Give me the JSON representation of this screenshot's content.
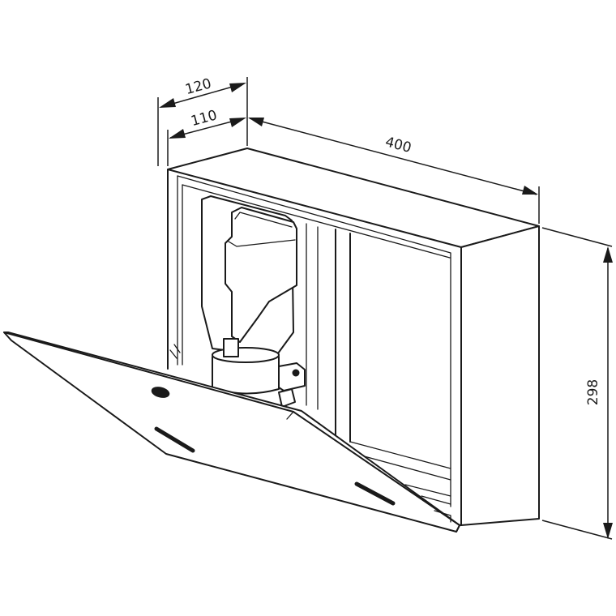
{
  "dimensions": {
    "depth_outer": "120",
    "depth_inner": "110",
    "width": "400",
    "height": "298"
  }
}
